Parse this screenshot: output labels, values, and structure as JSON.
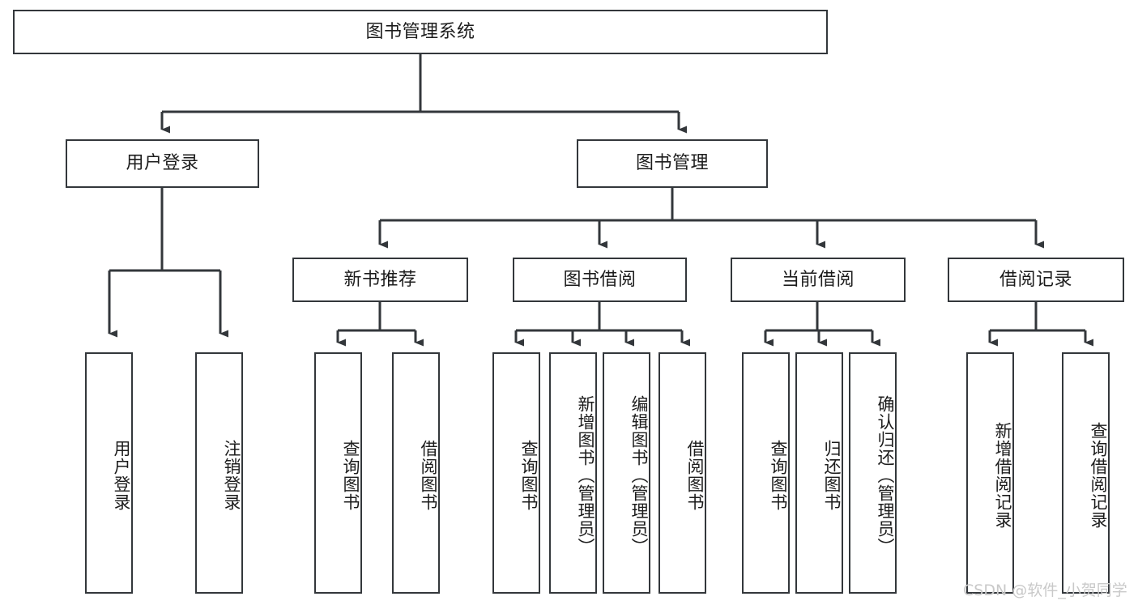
{
  "diagram": {
    "title": "图书管理系统",
    "type": "tree",
    "stroke_color": "#33373b",
    "text_color": "#1c1c1c",
    "background": "#ffffff"
  },
  "nodes": {
    "root": {
      "label": "图书管理系统"
    },
    "level1": [
      {
        "label": "用户登录"
      },
      {
        "label": "图书管理"
      }
    ],
    "level2": [
      {
        "label": "新书推荐"
      },
      {
        "label": "图书借阅"
      },
      {
        "label": "当前借阅"
      },
      {
        "label": "借阅记录"
      }
    ],
    "leaves": {
      "user_login": [
        {
          "label": "用户登录"
        },
        {
          "label": "注销登录"
        }
      ],
      "new_book_recommend": [
        {
          "label": "查询图书"
        },
        {
          "label": "借阅图书"
        }
      ],
      "book_borrow": [
        {
          "label": "查询图书"
        },
        {
          "label": "新增图书（管理员）"
        },
        {
          "label": "编辑图书（管理员）"
        },
        {
          "label": "借阅图书"
        }
      ],
      "current_borrow": [
        {
          "label": "查询图书"
        },
        {
          "label": "归还图书"
        },
        {
          "label": "确认归还（管理员）"
        }
      ],
      "borrow_records": [
        {
          "label": "新增借阅记录"
        },
        {
          "label": "查询借阅记录"
        }
      ]
    }
  },
  "watermark": {
    "text": "CSDN @软件_小贺同学"
  }
}
